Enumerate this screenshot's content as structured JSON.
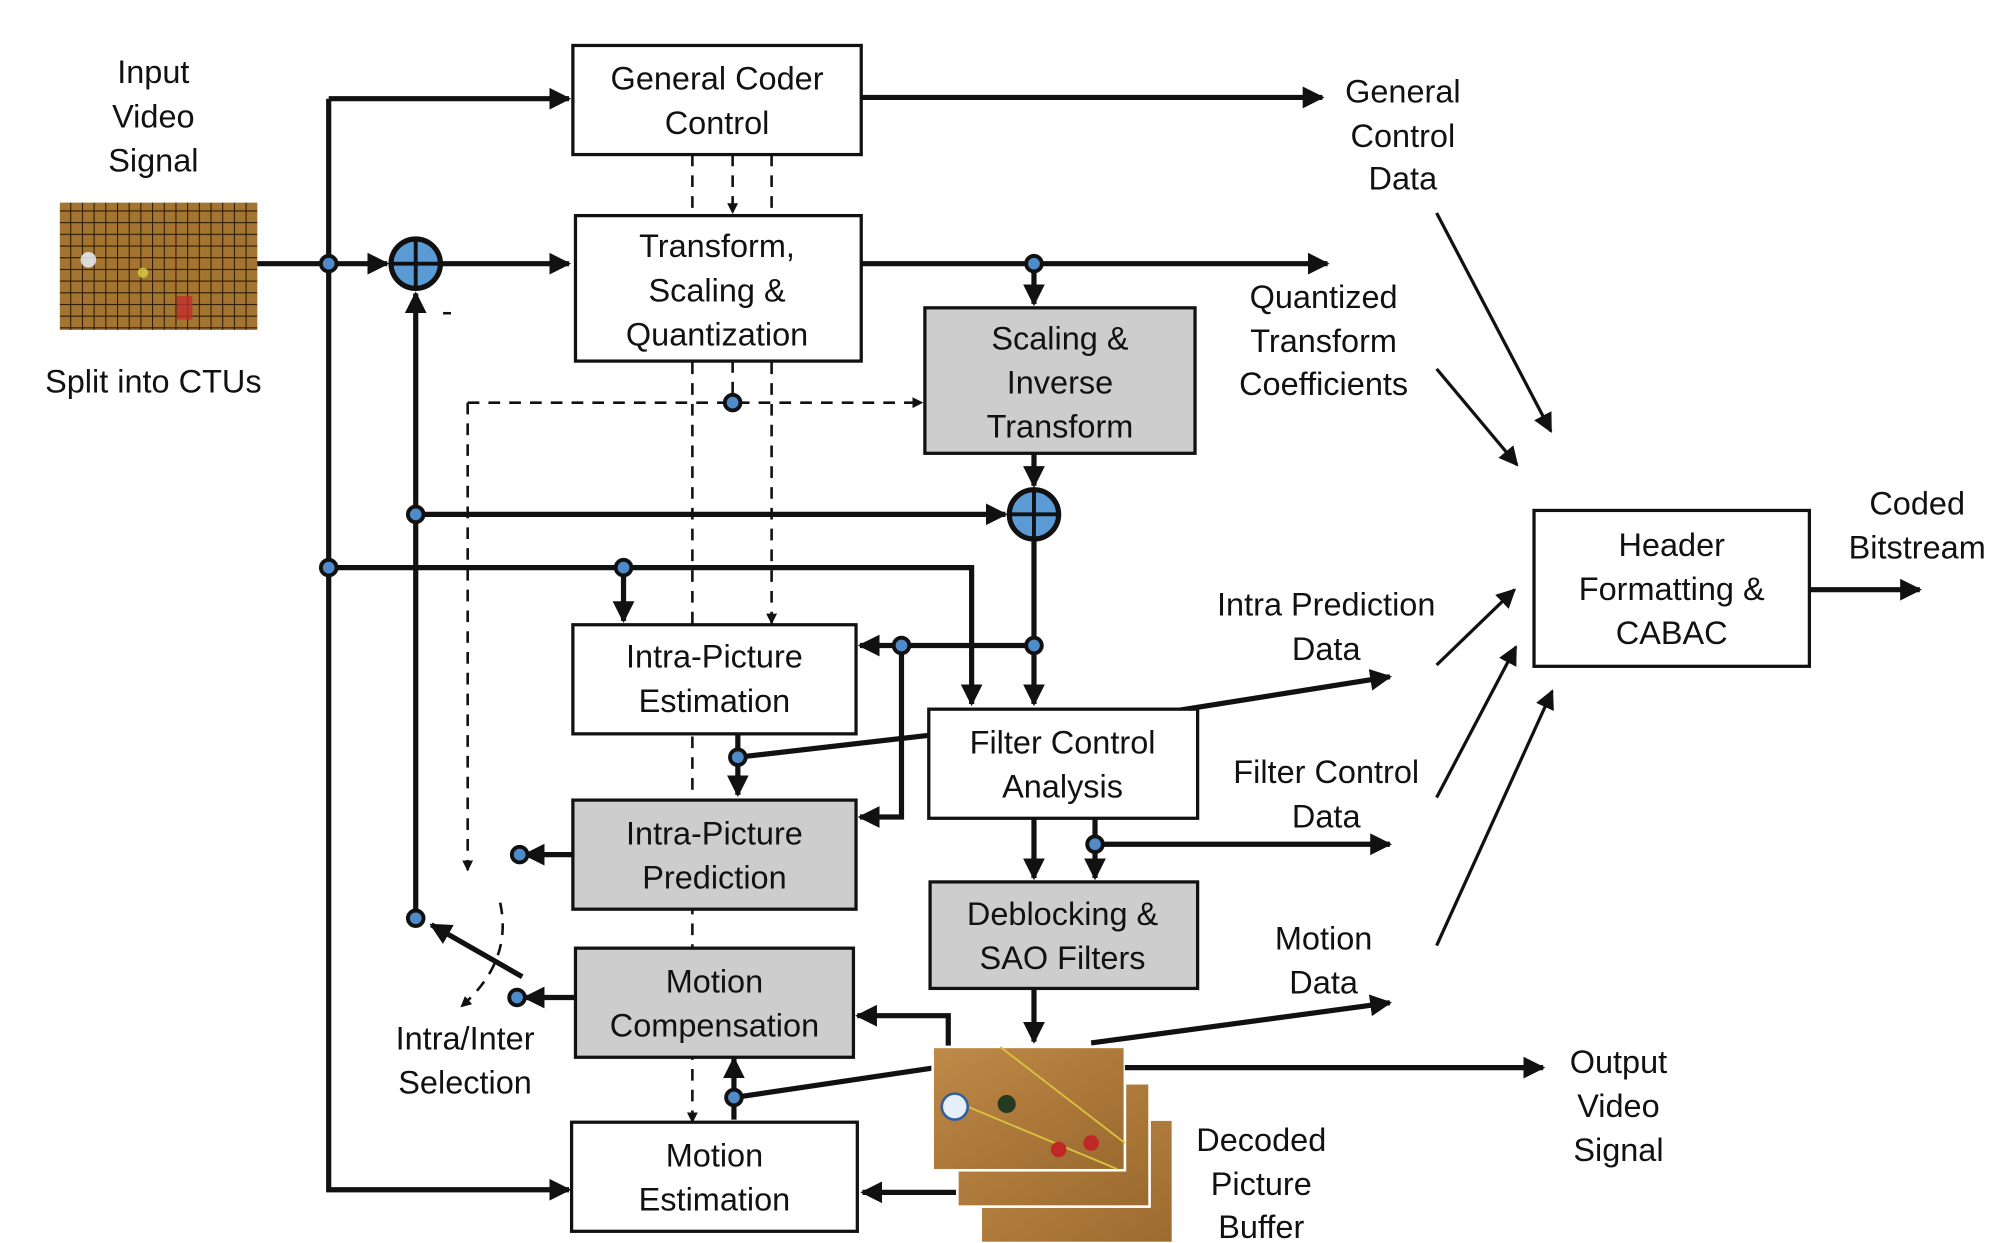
{
  "diagram": {
    "title": "HEVC video encoder block diagram",
    "colors": {
      "block_gray": "#cdcdcd",
      "junction_blue": "#5b9bd5",
      "line": "#111111"
    },
    "inputs": {
      "input_video_signal": [
        "Input",
        "Video",
        "Signal"
      ],
      "split_label": "Split into CTUs"
    },
    "blocks": {
      "general_coder_control": [
        "General Coder",
        "Control"
      ],
      "transform_scaling_quant": [
        "Transform,",
        "Scaling &",
        "Quantization"
      ],
      "scaling_inverse_transform": [
        "Scaling &",
        "Inverse",
        "Transform"
      ],
      "intra_picture_estimation": [
        "Intra-Picture",
        "Estimation"
      ],
      "filter_control_analysis": [
        "Filter Control",
        "Analysis"
      ],
      "intra_picture_prediction": [
        "Intra-Picture",
        "Prediction"
      ],
      "deblocking_sao": [
        "Deblocking &",
        "SAO Filters"
      ],
      "motion_compensation": [
        "Motion",
        "Compensation"
      ],
      "motion_estimation": [
        "Motion",
        "Estimation"
      ],
      "header_formatting_cabac": [
        "Header",
        "Formatting &",
        "CABAC"
      ]
    },
    "signals": {
      "general_control_data": [
        "General",
        "Control",
        "Data"
      ],
      "quantized_transform_coefficients": [
        "Quantized",
        "Transform",
        "Coefficients"
      ],
      "intra_prediction_data": [
        "Intra Prediction",
        "Data"
      ],
      "filter_control_data": [
        "Filter Control",
        "Data"
      ],
      "motion_data": [
        "Motion",
        "Data"
      ],
      "coded_bitstream": [
        "Coded",
        "Bitstream"
      ],
      "output_video_signal": [
        "Output",
        "Video",
        "Signal"
      ],
      "decoded_picture_buffer": [
        "Decoded",
        "Picture",
        "Buffer"
      ],
      "intra_inter_selection": [
        "Intra/Inter",
        "Selection"
      ],
      "minus_sign": "-"
    }
  }
}
